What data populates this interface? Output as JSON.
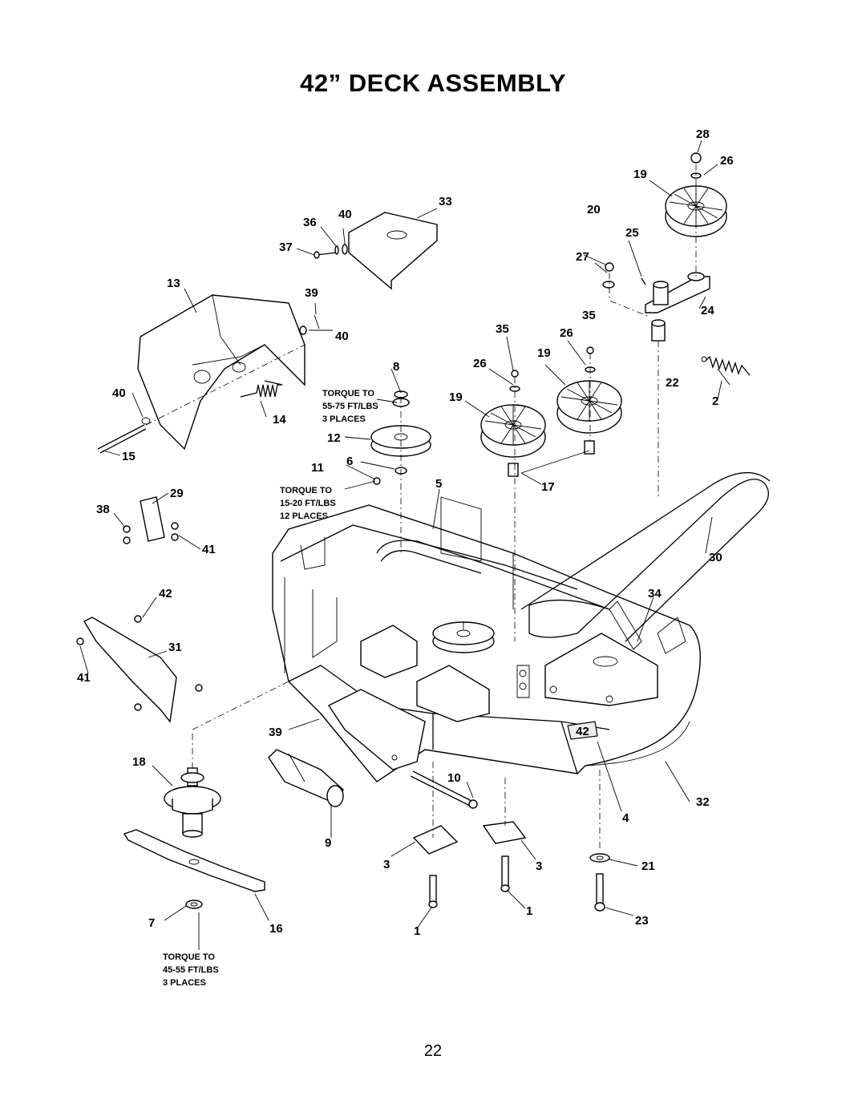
{
  "title": "42” DECK ASSEMBLY",
  "page_number": "22",
  "callouts": [
    {
      "id": "c28",
      "label": "28"
    },
    {
      "id": "c26a",
      "label": "26"
    },
    {
      "id": "c19a",
      "label": "19"
    },
    {
      "id": "c33",
      "label": "33"
    },
    {
      "id": "c36",
      "label": "36"
    },
    {
      "id": "c40a",
      "label": "40"
    },
    {
      "id": "c20",
      "label": "20"
    },
    {
      "id": "c25",
      "label": "25"
    },
    {
      "id": "c37",
      "label": "37"
    },
    {
      "id": "c27",
      "label": "27"
    },
    {
      "id": "c13",
      "label": "13"
    },
    {
      "id": "c39a",
      "label": "39"
    },
    {
      "id": "c35a",
      "label": "35"
    },
    {
      "id": "c24",
      "label": "24"
    },
    {
      "id": "c40b",
      "label": "40"
    },
    {
      "id": "c35b",
      "label": "35"
    },
    {
      "id": "c26b",
      "label": "26"
    },
    {
      "id": "c19b",
      "label": "19"
    },
    {
      "id": "c8",
      "label": "8"
    },
    {
      "id": "c26c",
      "label": "26"
    },
    {
      "id": "c22",
      "label": "22"
    },
    {
      "id": "c40c",
      "label": "40"
    },
    {
      "id": "c19c",
      "label": "19"
    },
    {
      "id": "c2",
      "label": "2"
    },
    {
      "id": "c14",
      "label": "14"
    },
    {
      "id": "c12",
      "label": "12"
    },
    {
      "id": "c15",
      "label": "15"
    },
    {
      "id": "c11",
      "label": "11"
    },
    {
      "id": "c6",
      "label": "6"
    },
    {
      "id": "c5",
      "label": "5"
    },
    {
      "id": "c17",
      "label": "17"
    },
    {
      "id": "c29",
      "label": "29"
    },
    {
      "id": "c38",
      "label": "38"
    },
    {
      "id": "c41a",
      "label": "41"
    },
    {
      "id": "c30",
      "label": "30"
    },
    {
      "id": "c42",
      "label": "42"
    },
    {
      "id": "c34",
      "label": "34"
    },
    {
      "id": "c31",
      "label": "31"
    },
    {
      "id": "c41b",
      "label": "41"
    },
    {
      "id": "c39b",
      "label": "39"
    },
    {
      "id": "c18",
      "label": "18"
    },
    {
      "id": "c10",
      "label": "10"
    },
    {
      "id": "c4",
      "label": "4"
    },
    {
      "id": "c32",
      "label": "32"
    },
    {
      "id": "c9",
      "label": "9"
    },
    {
      "id": "c3a",
      "label": "3"
    },
    {
      "id": "c3b",
      "label": "3"
    },
    {
      "id": "c21",
      "label": "21"
    },
    {
      "id": "c1a",
      "label": "1"
    },
    {
      "id": "c7",
      "label": "7"
    },
    {
      "id": "c16",
      "label": "16"
    },
    {
      "id": "c1b",
      "label": "1"
    },
    {
      "id": "c23",
      "label": "23"
    }
  ],
  "torque_notes": {
    "upper": {
      "line1": "TORQUE TO",
      "line2": "55-75 FT/LBS",
      "line3": "3 PLACES"
    },
    "middle": {
      "line1": "TORQUE TO",
      "line2": "15-20 FT/LBS",
      "line3": "12 PLACES"
    },
    "lower": {
      "line1": "TORQUE TO",
      "line2": "45-55 FT/LBS",
      "line3": "3 PLACES"
    }
  },
  "deck_size_mark": "42"
}
